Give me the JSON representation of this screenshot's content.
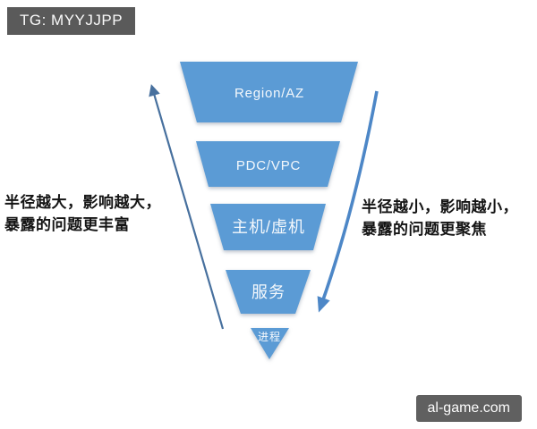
{
  "badge": {
    "label": "TG: MYYJJPP"
  },
  "watermark": {
    "label": "al-game.com"
  },
  "funnel": {
    "levels": [
      {
        "label": "Region/AZ"
      },
      {
        "label": "PDC/VPC"
      },
      {
        "label": "主机/虚机"
      },
      {
        "label": "服务"
      },
      {
        "label": "进程"
      }
    ]
  },
  "annotations": {
    "left": {
      "line1": "半径越大，影响越大，",
      "line2": "暴露的问题更丰富"
    },
    "right": {
      "line1": "半径越小，影响越小，",
      "line2": "暴露的问题更聚焦"
    }
  },
  "arrows": {
    "left_direction": "up",
    "right_direction": "down"
  },
  "colors": {
    "funnel_blue": "#5b9bd5",
    "arrow_blue": "#4d87c7",
    "arrow_dark": "#47709e",
    "badge_bg": "#5a5a5a",
    "text_black": "#141414"
  }
}
